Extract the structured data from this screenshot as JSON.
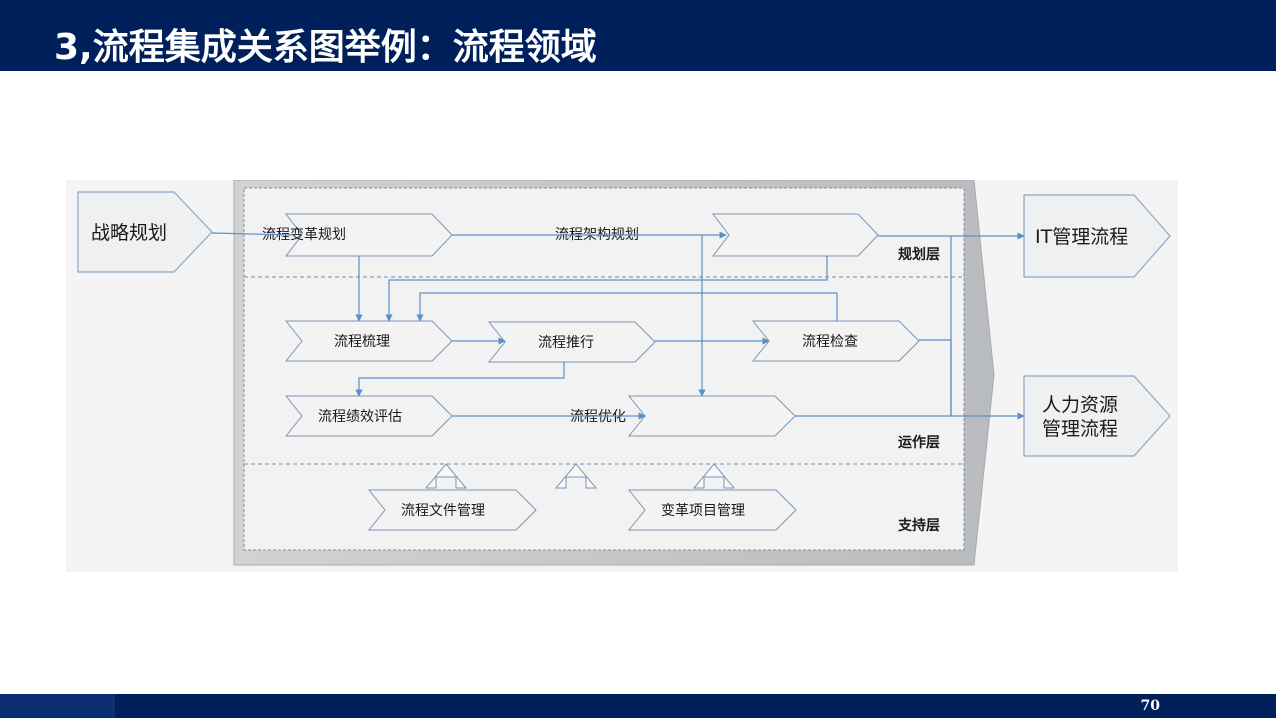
{
  "slide": {
    "title": "3,流程集成关系图举例：流程领域",
    "page_number": "70"
  },
  "diagram": {
    "inputs": {
      "strategy": "战略规划"
    },
    "outputs": {
      "it": "IT管理流程",
      "hr_line1": "人力资源",
      "hr_line2": "管理流程"
    },
    "layers": {
      "planning": "规划层",
      "operation": "运作层",
      "support": "支持层"
    },
    "planning_layer": {
      "change_planning": "流程变革规划",
      "architecture_planning": "流程架构规划"
    },
    "operation_layer": {
      "sorting": "流程梳理",
      "promotion": "流程推行",
      "inspection": "流程检查",
      "performance": "流程绩效评估",
      "optimization": "流程优化"
    },
    "support_layer": {
      "document_management": "流程文件管理",
      "project_management": "变革项目管理"
    },
    "colors": {
      "header": "#00205b",
      "connector": "#5b8fc7",
      "shape_fill": "#f2f2f2",
      "shape_stroke": "#6f8fb3"
    }
  }
}
